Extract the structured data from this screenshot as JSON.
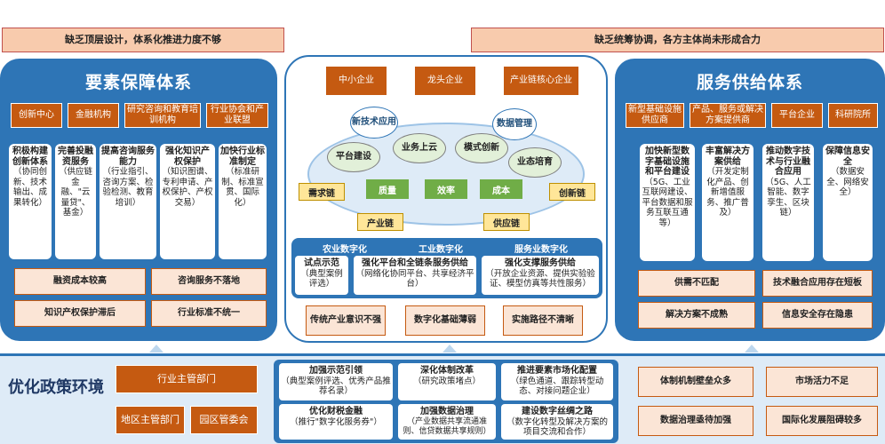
{
  "top_banners": {
    "left": "缺乏顶层设计，体系化推进力度不够",
    "right": "缺乏统筹协调，各方主体尚未形成合力"
  },
  "left_panel": {
    "title": "要素保障体系",
    "actors": [
      "创新中心",
      "金融机构",
      "研究咨询和教育培训机构",
      "行业协会和产业联盟"
    ],
    "measures": [
      {
        "head": "积极构建创新体系",
        "body": "（协同创新、技术输出、成果转化）"
      },
      {
        "head": "完善投融资服务",
        "body": "（供应链金融、\"云量贷\"、基金）"
      },
      {
        "head": "提高咨询服务能力",
        "body": "（行业指引、咨询方案、检验检测、教育培训）"
      },
      {
        "head": "强化知识产权保护",
        "body": "（知识图谱、专利申请、产权保护、产权交易）"
      },
      {
        "head": "加快行业标准制定",
        "body": "（标准研制、标准宣贯、国际化）"
      }
    ],
    "issues": [
      "融资成本较高",
      "咨询服务不落地",
      "知识产权保护滞后",
      "行业标准不统一"
    ]
  },
  "center_panel": {
    "enterprises": [
      "中小企业",
      "龙头企业",
      "产业链核心企业"
    ],
    "tags": {
      "new_tech": "新技术应用",
      "data_mgmt": "数据管理"
    },
    "ovals": {
      "platform": "平台建设",
      "cloud": "业务上云",
      "model": "模式创新",
      "format": "业态培育"
    },
    "chains": {
      "demand": "需求链",
      "innovation": "创新链",
      "industry": "产业链",
      "supply": "供应链"
    },
    "green_boxes": [
      "质量",
      "效率",
      "成本"
    ],
    "transform": {
      "agri": "农业数字化",
      "industry": "工业数字化",
      "service": "服务业数字化"
    },
    "measures": [
      {
        "head": "试点示范",
        "body": "（典型案例评选）"
      },
      {
        "head": "强化平台和全链条服务供给",
        "body": "（网络化协同平台、共享经济平台）"
      },
      {
        "head": "强化支撑服务供给",
        "body": "（开放企业资源、提供实验验证、模型仿真等共性服务）"
      }
    ],
    "issues": [
      "传统产业意识不强",
      "数字化基础薄弱",
      "实施路径不清晰"
    ]
  },
  "right_panel": {
    "title": "服务供给体系",
    "actors": [
      "新型基础设施供应商",
      "产品、服务或解决方案提供商",
      "平台企业",
      "科研院所"
    ],
    "measures": [
      {
        "head": "加快新型数字基础设施和平台建设",
        "body": "（5G、工业互联网建设、平台数据和服务互联互通等）"
      },
      {
        "head": "丰富解决方案供给",
        "body": "（开发定制化产品、创新增值服务、推广普及）"
      },
      {
        "head": "推动数字技术与行业融合应用",
        "body": "（5G、人工智能、数字孪生、区块链）"
      },
      {
        "head": "保障信息安全",
        "body": "（数据安全、网络安全）"
      }
    ],
    "issues": [
      "供需不匹配",
      "技术融合应用存在短板",
      "解决方案不成熟",
      "信息安全存在隐患"
    ]
  },
  "bottom_panel": {
    "title": "优化政策环境",
    "departments": [
      "行业主管部门",
      "地区主管部门",
      "园区管委会"
    ],
    "measures": [
      {
        "head": "加强示范引领",
        "body": "（典型案例评选、优秀产品推荐名录）"
      },
      {
        "head": "深化体制改革",
        "body": "（研究政策堵点）"
      },
      {
        "head": "推进要素市场化配置",
        "body": "（绿色通道、跟踪转型动态、对接问题企业）"
      },
      {
        "head": "优化财税金融",
        "body": "（推行\"数字化服务券\"）"
      },
      {
        "head": "加强数据治理",
        "body": "（产业数据共享流通准则、信贷数据共享规则）"
      },
      {
        "head": "建设数字丝绸之路",
        "body": "（数字化转型及解决方案的项目交流和合作）"
      }
    ],
    "issues": [
      "体制机制壁垒众多",
      "市场活力不足",
      "数据治理亟待加强",
      "国际化发展阻碍较多"
    ]
  },
  "colors": {
    "blue": "#2e75b6",
    "orange": "#c55a11",
    "peach": "#f8cbad",
    "green": "#70ad47"
  }
}
